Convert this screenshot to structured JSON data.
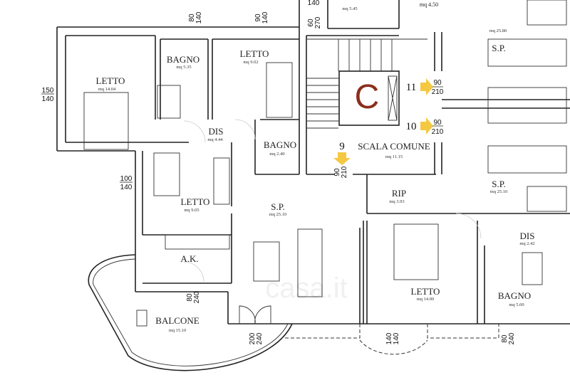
{
  "title": "Floor plan",
  "rooms": {
    "letto_1": {
      "name": "LETTO",
      "area": "mq 14.04"
    },
    "bagno_1": {
      "name": "BAGNO",
      "area": "mq 5.35"
    },
    "letto_2": {
      "name": "LETTO",
      "area": "mq 9.02"
    },
    "dis_1": {
      "name": "DIS",
      "area": "mq 4.44"
    },
    "bagno_2": {
      "name": "BAGNO",
      "area": "mq 2.40"
    },
    "letto_3": {
      "name": "LETTO",
      "area": "mq 9.05"
    },
    "sp_1": {
      "name": "S.P.",
      "area": "mq 25.10"
    },
    "ak": {
      "name": "A.K."
    },
    "balcone": {
      "name": "BALCONE",
      "area": "mq 15.10"
    },
    "bagno_top": {
      "area": "mq 5.45"
    },
    "top_right": {
      "area": "mq 4.50"
    },
    "sp_2": {
      "name": "S.P.",
      "area": "mq 25.80"
    },
    "scala": {
      "name": "SCALA COMUNE",
      "area": "mq 11.15",
      "lift_label": "C"
    },
    "sp_3": {
      "name": "S.P.",
      "area": "mq 25.10"
    },
    "rip": {
      "name": "RIP",
      "area": "mq 3.93"
    },
    "dis_2": {
      "name": "DIS",
      "area": "mq 2.42"
    },
    "letto_4": {
      "name": "LETTO",
      "area": "mq 14.00"
    },
    "bagno_3": {
      "name": "BAGNO",
      "area": "mq 5.00"
    }
  },
  "entrances": [
    {
      "number": "11",
      "w": "90",
      "h": "210"
    },
    {
      "number": "10",
      "w": "90",
      "h": "210"
    },
    {
      "number": "9",
      "w": "90",
      "h": "210"
    }
  ],
  "openings": [
    {
      "w": "150",
      "h": "140"
    },
    {
      "w": "100",
      "h": "140"
    },
    {
      "w": "80",
      "h": "140"
    },
    {
      "w": "90",
      "h": "140"
    },
    {
      "w": "60",
      "h": "270"
    },
    {
      "w": "80",
      "h": "240"
    },
    {
      "w": "200",
      "h": "240"
    },
    {
      "w": "140",
      "h": "140"
    },
    {
      "w": "80",
      "h": "240"
    }
  ],
  "top_dim": "140",
  "colors": {
    "lift": "#8b2e1a",
    "arrow": "#f5c842"
  },
  "watermark": "casa.it"
}
